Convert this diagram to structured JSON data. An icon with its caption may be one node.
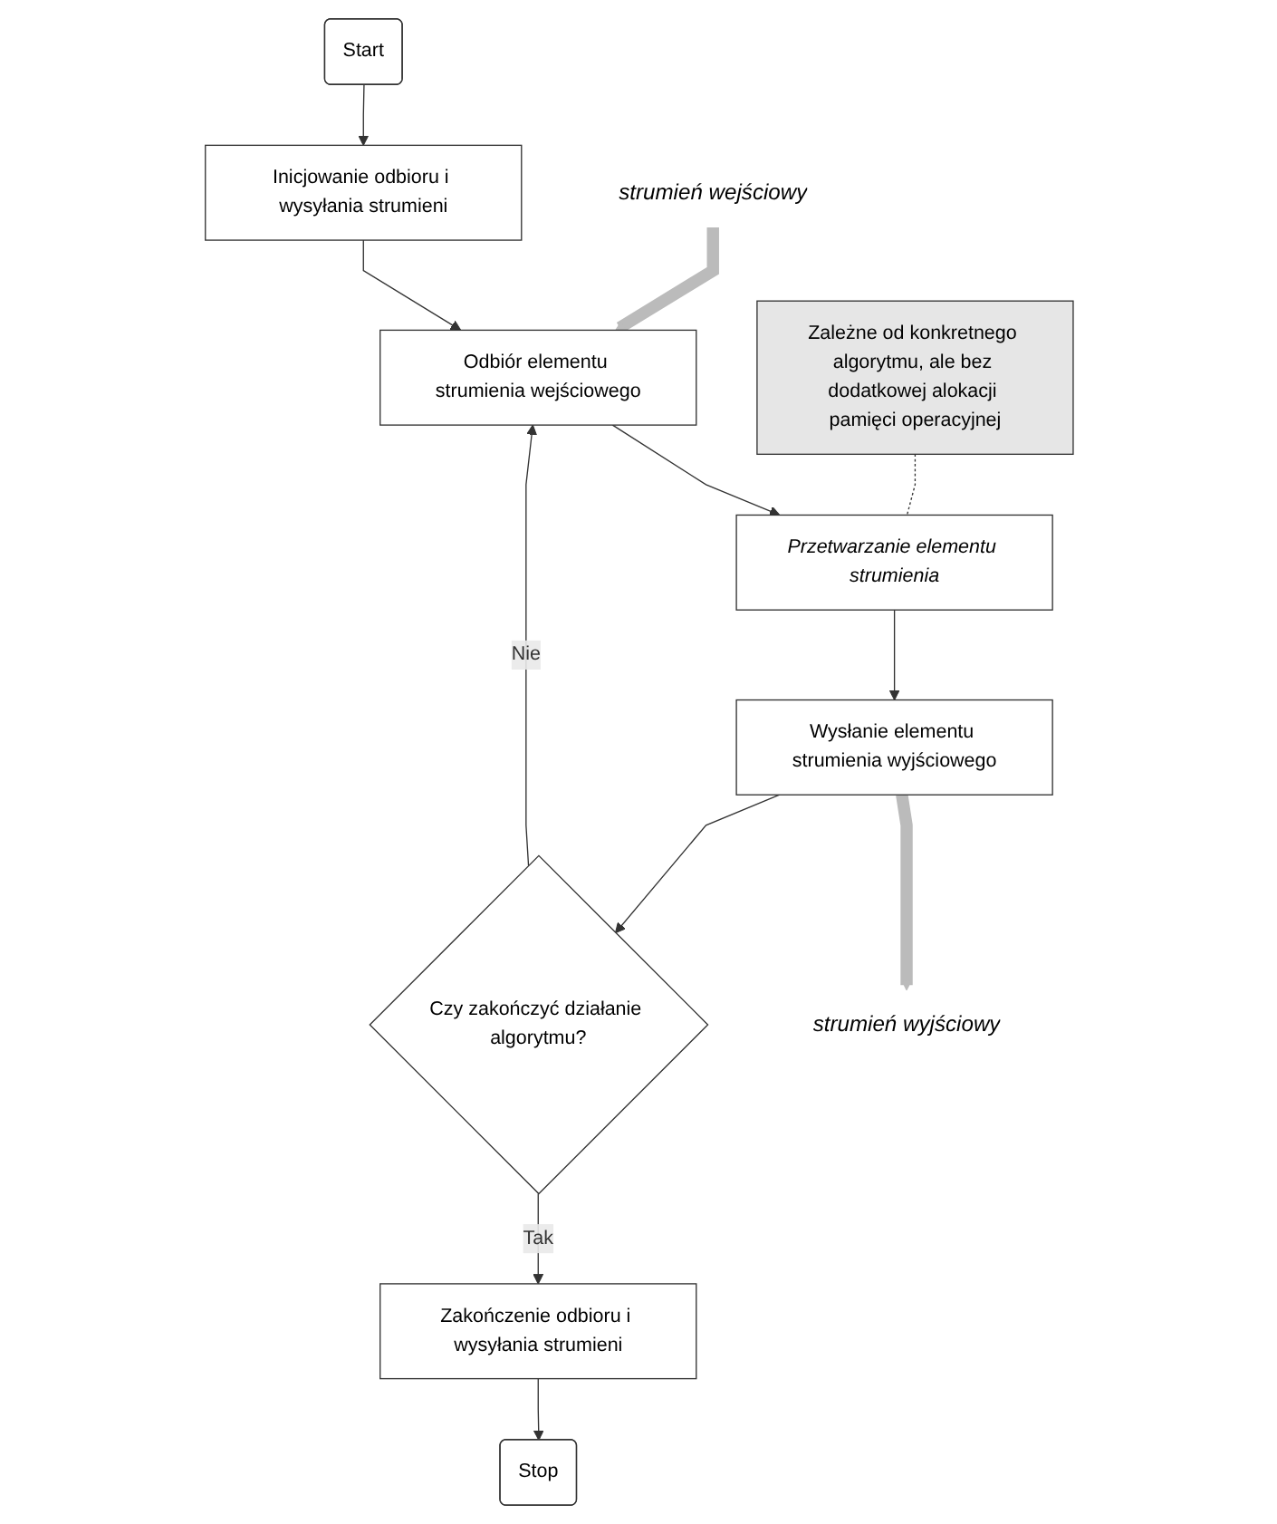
{
  "diagram": {
    "nodes": [
      {
        "text": [
          "Start"
        ]
      },
      {
        "text": [
          "Inicjowanie odbioru i wysyłania strumieni"
        ]
      },
      {
        "text": [
          "strumień wejściowy"
        ]
      },
      {
        "text": [
          "Odbiór elementu strumienia wejściowego"
        ]
      },
      {
        "text": [
          "Przetwarzanie elementu strumienia"
        ]
      },
      {
        "text": [
          "Zależne od konkretnego algorytmu, ale bez dodatkowej alokacji pamięci operacyjnej"
        ]
      },
      {
        "text": [
          "Wysłanie elementu strumienia wyjściowego"
        ]
      },
      {
        "text": [
          "strumień wyjściowy"
        ]
      },
      {
        "text": [
          "Czy zakończyć działanie algorytmu?"
        ]
      },
      {
        "text": [
          "Zakończenie odbioru i wysyłania strumieni"
        ]
      },
      {
        "text": [
          "Stop"
        ]
      }
    ],
    "edges": [
      {
        "from": 0,
        "to": 1,
        "arrow": "to"
      },
      {
        "from": 1,
        "to": 3,
        "arrow": "to"
      },
      {
        "from": 2,
        "to": 3,
        "arrow": "to",
        "style": "thick",
        "color": "#bbbbbb"
      },
      {
        "from": 3,
        "to": 4,
        "arrow": "to"
      },
      {
        "from": 5,
        "to": 4,
        "arrow": "none",
        "style": "dashed"
      },
      {
        "from": 4,
        "to": 6,
        "arrow": "to"
      },
      {
        "from": 6,
        "to": 7,
        "arrow": "to",
        "style": "thick",
        "color": "#bbbbbb"
      },
      {
        "from": 6,
        "to": 8,
        "arrow": "to"
      },
      {
        "from": 8,
        "to": 3,
        "arrow": "to",
        "label": "Nie"
      },
      {
        "from": 8,
        "to": 9,
        "arrow": "to",
        "label": "Tak"
      },
      {
        "from": 9,
        "to": 10,
        "arrow": "to"
      }
    ]
  }
}
